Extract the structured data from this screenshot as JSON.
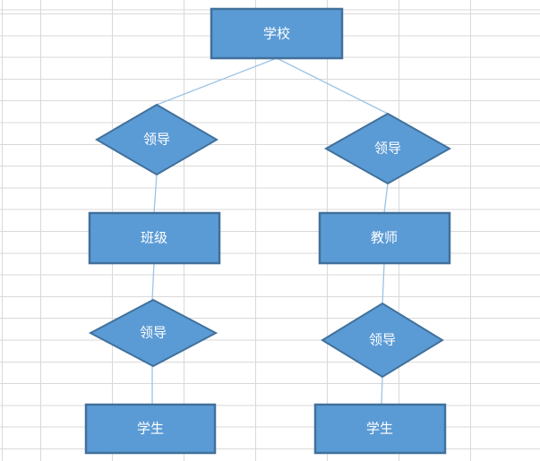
{
  "colors": {
    "shape_fill": "#5B9BD5",
    "shape_border": "#41719C",
    "connector": "#9DC3E6",
    "gridline": "#D9D9D9",
    "label_text": "#FFFFFF"
  },
  "diagram": {
    "type": "entity-relationship",
    "nodes": [
      {
        "id": "school",
        "shape": "rectangle",
        "label": "学校"
      },
      {
        "id": "relation-lead-upper-left",
        "shape": "diamond",
        "label": "领导"
      },
      {
        "id": "relation-lead-upper-right",
        "shape": "diamond",
        "label": "领导"
      },
      {
        "id": "class",
        "shape": "rectangle",
        "label": "班级"
      },
      {
        "id": "teacher",
        "shape": "rectangle",
        "label": "教师"
      },
      {
        "id": "relation-lead-lower-left",
        "shape": "diamond",
        "label": "领导"
      },
      {
        "id": "relation-lead-lower-right",
        "shape": "diamond",
        "label": "领导"
      },
      {
        "id": "student-left",
        "shape": "rectangle",
        "label": "学生"
      },
      {
        "id": "student-right",
        "shape": "rectangle",
        "label": "学生"
      }
    ],
    "edges": [
      {
        "from": "school",
        "to": "relation-lead-upper-left"
      },
      {
        "from": "school",
        "to": "relation-lead-upper-right"
      },
      {
        "from": "relation-lead-upper-left",
        "to": "class"
      },
      {
        "from": "class",
        "to": "relation-lead-lower-left"
      },
      {
        "from": "relation-lead-lower-left",
        "to": "student-left"
      },
      {
        "from": "relation-lead-upper-right",
        "to": "teacher"
      },
      {
        "from": "teacher",
        "to": "relation-lead-lower-right"
      },
      {
        "from": "relation-lead-lower-right",
        "to": "student-right"
      }
    ]
  }
}
